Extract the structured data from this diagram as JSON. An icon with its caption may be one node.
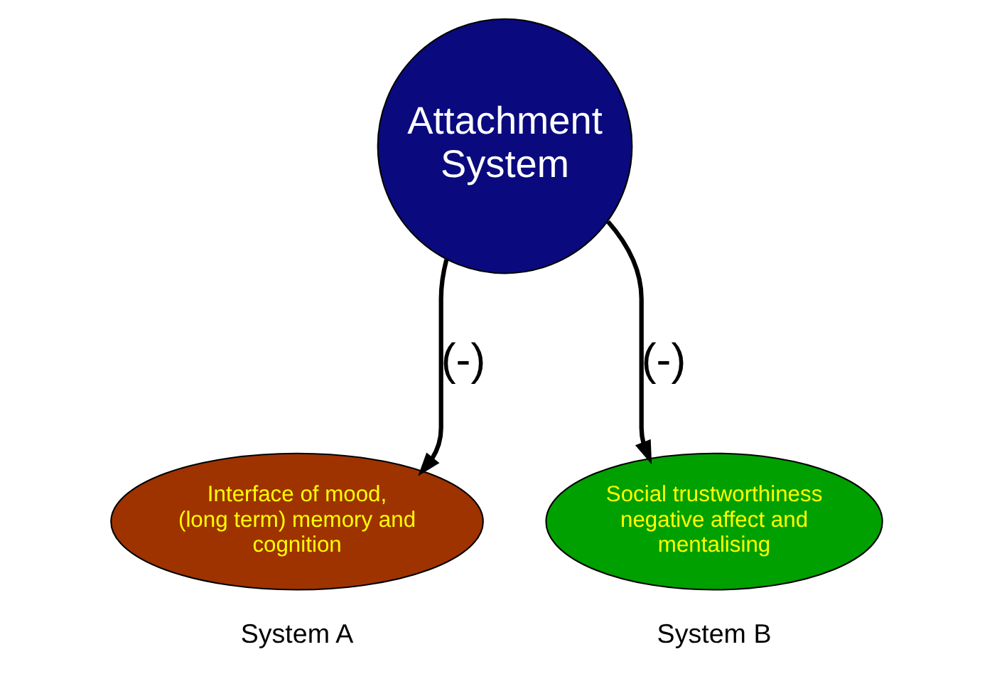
{
  "diagram": {
    "nodes": [
      {
        "text": [
          "Attachment System"
        ]
      },
      {
        "text": [
          "Interface of mood, (long term) memory and cognition"
        ],
        "beside": [
          "System A"
        ]
      },
      {
        "text": [
          "Social trustworthiness negative affect and mentalising"
        ],
        "beside": [
          "System B"
        ]
      }
    ],
    "edges": [
      {
        "from": 0,
        "to": 1,
        "arrow": "to",
        "label": "(-)"
      },
      {
        "from": 0,
        "to": 2,
        "arrow": "to",
        "label": "(-)"
      }
    ]
  }
}
